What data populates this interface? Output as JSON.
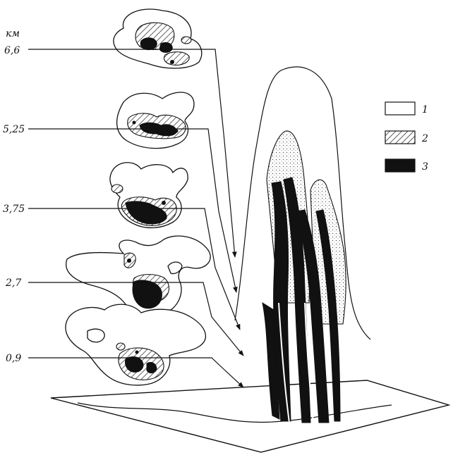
{
  "unit_label": "км",
  "levels": [
    {
      "value": "6,6"
    },
    {
      "value": "5,25"
    },
    {
      "value": "3,75"
    },
    {
      "value": "2,7"
    },
    {
      "value": "0,9"
    }
  ],
  "legend": [
    {
      "label": "1",
      "pattern": "blank"
    },
    {
      "label": "2",
      "pattern": "hatched"
    },
    {
      "label": "3",
      "pattern": "solid"
    }
  ],
  "colors": {
    "ink": "#111111",
    "paper": "#ffffff"
  }
}
